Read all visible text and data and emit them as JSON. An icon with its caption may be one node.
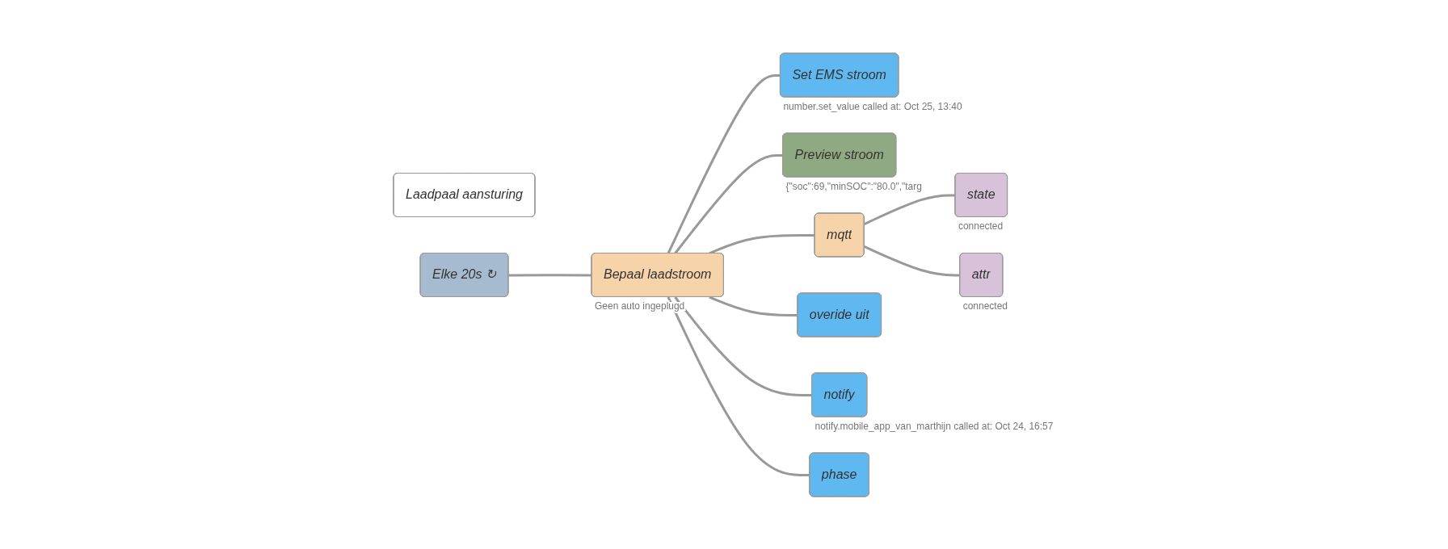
{
  "diagram": {
    "nodes": [
      {
        "text": [
          "Laadpaal aansturing"
        ]
      },
      {
        "text": [
          "Elke 20s ↻"
        ]
      },
      {
        "text": [
          "Bepaal laadstroom"
        ],
        "beside": [
          "Geen auto ingeplugd"
        ]
      },
      {
        "text": [
          "Set EMS stroom"
        ],
        "beside": [
          "number.set_value called at: Oct 25, 13:40"
        ]
      },
      {
        "text": [
          "Preview stroom"
        ],
        "beside": [
          "{\"soc\":69,\"minSOC\":\"80.0\",\"targ"
        ]
      },
      {
        "text": [
          "mqtt"
        ]
      },
      {
        "text": [
          "state"
        ],
        "beside": [
          "connected"
        ]
      },
      {
        "text": [
          "attr"
        ],
        "beside": [
          "connected"
        ]
      },
      {
        "text": [
          "overide uit"
        ]
      },
      {
        "text": [
          "notify"
        ],
        "beside": [
          "notify.mobile_app_van_marthijn called at: Oct 24, 16:57"
        ]
      },
      {
        "text": [
          "phase"
        ]
      }
    ],
    "edges": [
      {
        "from": 1,
        "to": 2,
        "arrow": "none"
      },
      {
        "from": 2,
        "to": 3,
        "arrow": "none"
      },
      {
        "from": 2,
        "to": 4,
        "arrow": "none"
      },
      {
        "from": 2,
        "to": 5,
        "arrow": "none"
      },
      {
        "from": 5,
        "to": 6,
        "arrow": "none"
      },
      {
        "from": 5,
        "to": 7,
        "arrow": "none"
      },
      {
        "from": 2,
        "to": 8,
        "arrow": "none"
      },
      {
        "from": 2,
        "to": 9,
        "arrow": "none"
      },
      {
        "from": 2,
        "to": 10,
        "arrow": "none"
      }
    ]
  }
}
